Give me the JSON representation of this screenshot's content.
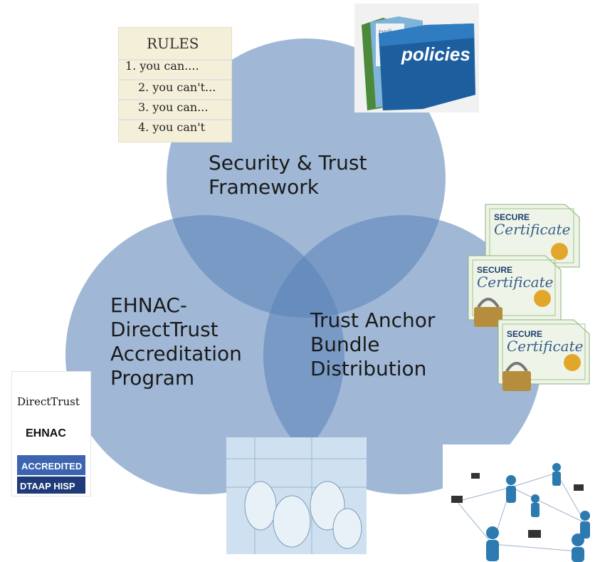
{
  "circles": [
    {
      "label": "Security & Trust\nFramework"
    },
    {
      "label": "EHNAC-\nDirectTrust\nAccreditation\nProgram"
    },
    {
      "label": "Trust Anchor\nBundle\nDistribution"
    }
  ],
  "circle_color": "#5b84b8",
  "rules_note": {
    "title": "RULES",
    "lines": [
      "1. you can....",
      "2. you can't...",
      "3. you can...",
      "4. you can't"
    ]
  },
  "policies_folder": {
    "label": "policies",
    "tab_text": "poli"
  },
  "certificate": {
    "header": "SECURE",
    "script": "Certificate"
  },
  "badge": {
    "brand1": "DirectTrust",
    "brand2": "EHNAC",
    "status": "ACCREDITED",
    "program": "DTAAP HISP"
  },
  "icons": {
    "rules": "rules-note-icon",
    "folder": "policies-folder-icon",
    "certificates": "secure-certificate-icon",
    "badge": "accreditation-badge-icon",
    "blueprints": "blueprints-icon",
    "network": "people-network-icon"
  }
}
